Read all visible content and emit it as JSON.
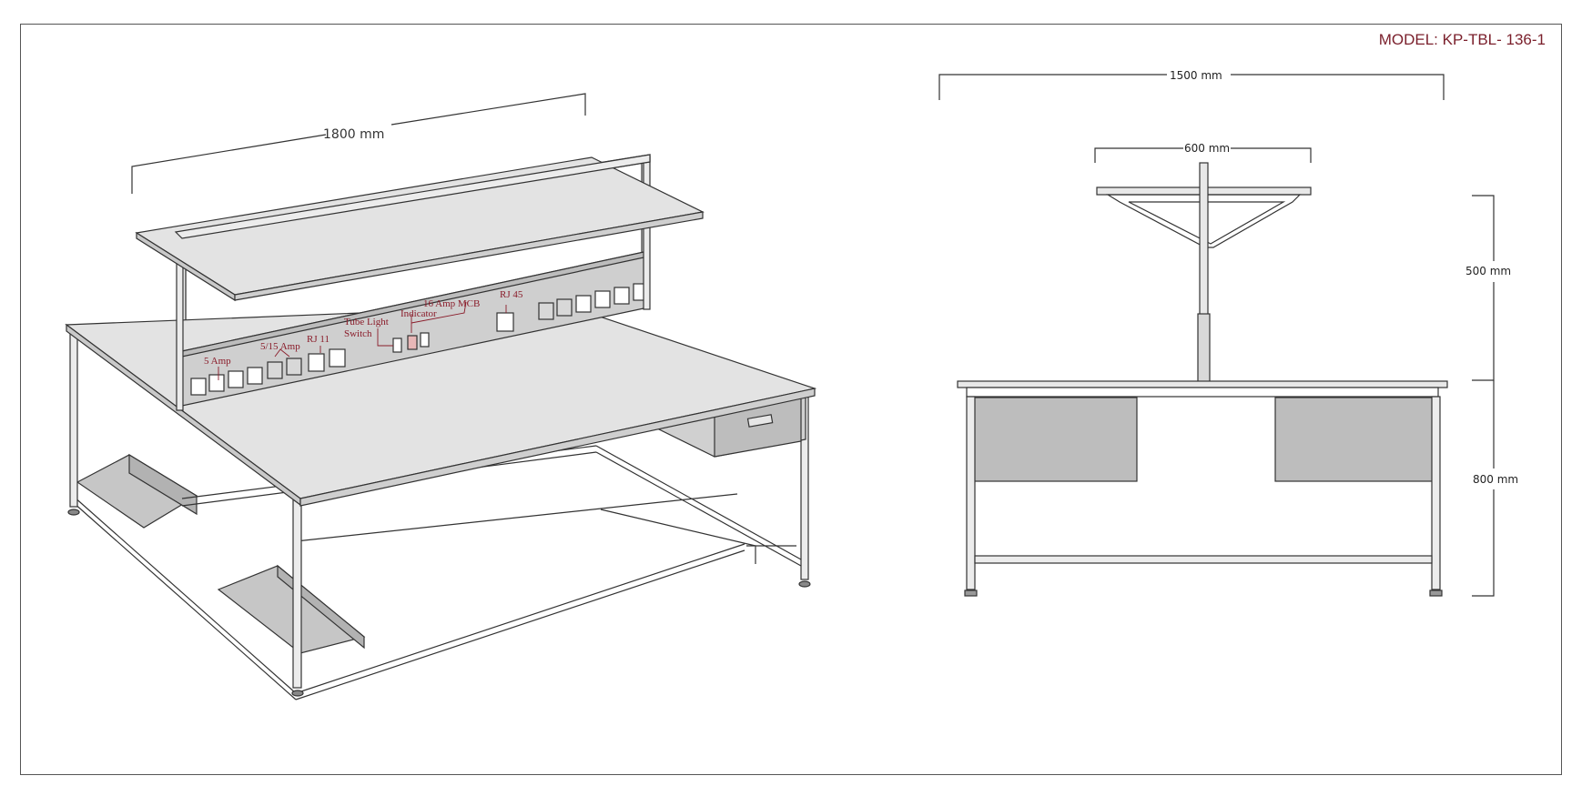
{
  "model_label": "MODEL: KP-TBL- 136-1",
  "iso_view": {
    "dimension_width": "1800 mm",
    "callouts": {
      "five_amp": "5 Amp",
      "five_fifteen_amp": "5/15 Amp",
      "rj11": "RJ 11",
      "tube_light_switch_line1": "Tube Light",
      "tube_light_switch_line2": "Switch",
      "mcb": "16 Amp MCB",
      "indicator": "Indicator",
      "rj45": "RJ 45"
    }
  },
  "front_view": {
    "dimension_overall_width": "1500 mm",
    "dimension_shelf_width": "600 mm",
    "dimension_upper_height": "500 mm",
    "dimension_table_height": "800 mm"
  },
  "colors": {
    "callout_text": "#8a1c2a",
    "surface_fill": "#e1e1e1",
    "drawer_fill": "#bdbdbd",
    "line": "#333333"
  }
}
